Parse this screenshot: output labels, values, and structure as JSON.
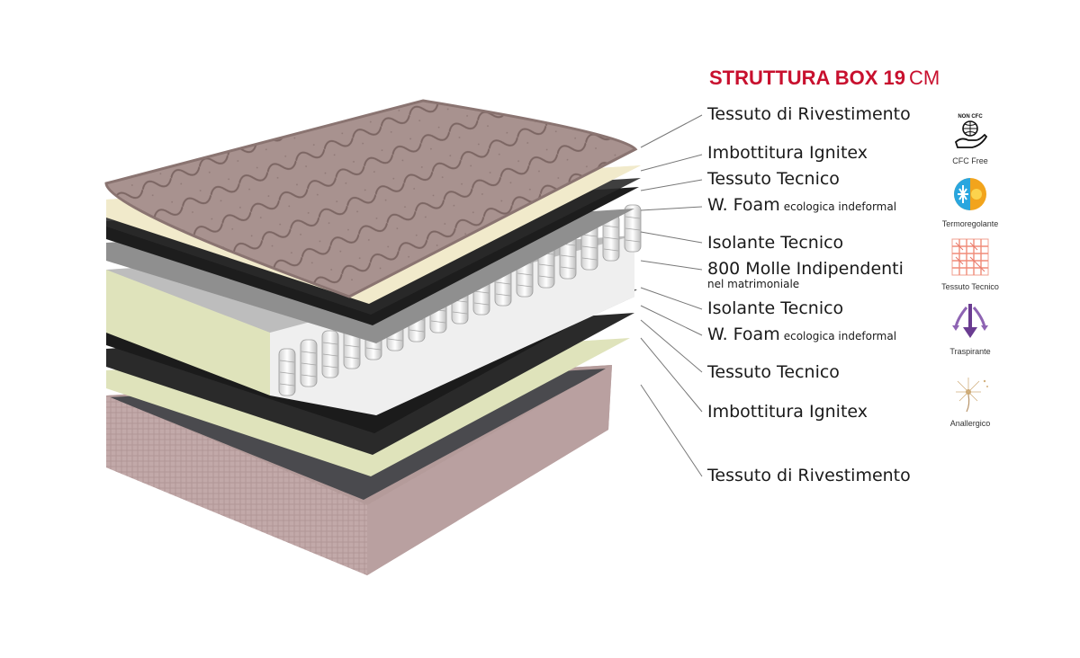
{
  "title": {
    "main": "STRUTTURA BOX 19",
    "unit": "CM",
    "color": "#c8102e"
  },
  "layers": [
    {
      "label": "Tessuto di Rivestimento",
      "detail": "",
      "sub": ""
    },
    {
      "label": "Imbottitura Ignitex",
      "detail": "",
      "sub": ""
    },
    {
      "label": "Tessuto Tecnico",
      "detail": "",
      "sub": ""
    },
    {
      "label": "W. Foam",
      "detail": "ecologica indeformal",
      "sub": ""
    },
    {
      "label": "Isolante Tecnico",
      "detail": "",
      "sub": ""
    },
    {
      "label": "800 Molle Indipendenti",
      "detail": "",
      "sub": "nel matrimoniale"
    },
    {
      "label": "Isolante Tecnico",
      "detail": "",
      "sub": ""
    },
    {
      "label": "W. Foam",
      "detail": "ecologica indeformal",
      "sub": ""
    },
    {
      "label": "Tessuto Tecnico",
      "detail": "",
      "sub": ""
    },
    {
      "label": "Imbottitura Ignitex",
      "detail": "",
      "sub": ""
    },
    {
      "label": "Tessuto di Rivestimento",
      "detail": "",
      "sub": ""
    }
  ],
  "features": [
    {
      "caption": "CFC Free",
      "badge_text": "NON CFC",
      "icon": "globe-hand-icon"
    },
    {
      "caption": "Termoregolante",
      "icon": "sun-snowflake-icon"
    },
    {
      "caption": "Tessuto Tecnico",
      "icon": "weave-pattern-icon"
    },
    {
      "caption": "Traspirante",
      "icon": "breathable-arrows-icon"
    },
    {
      "caption": "Anallergico",
      "icon": "dandelion-icon"
    }
  ],
  "colors": {
    "cover": "#a8928f",
    "cover_dark": "#8a7471",
    "foam_cream": "#f1eacb",
    "foam_green": "#dfe3bb",
    "black_layer": "#1d1d1d",
    "grey_layer": "#8f8f8f",
    "spring": "#e8e8e8"
  }
}
